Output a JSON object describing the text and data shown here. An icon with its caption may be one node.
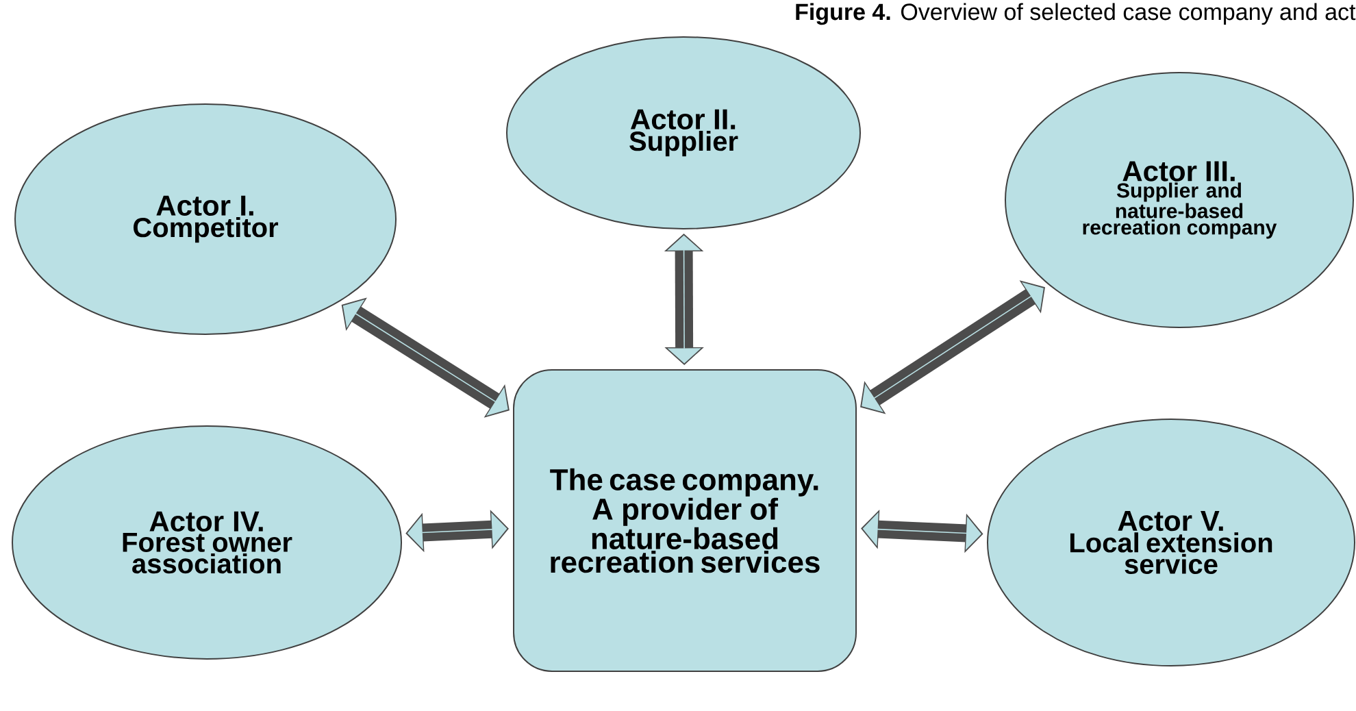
{
  "diagram": {
    "title": "**Figure 4.** Overview of selected case company and act",
    "nodes": [
      {
        "text": [
          "Actor I.",
          "Competitor"
        ]
      },
      {
        "text": [
          "Actor II.",
          "Supplier"
        ]
      },
      {
        "text": [
          "Actor III.",
          "Supplier and nature-based recreation company"
        ]
      },
      {
        "text": [
          "Actor IV.",
          "Forest owner association"
        ]
      },
      {
        "text": [
          "The case company. A provider of nature-based recreation services"
        ]
      },
      {
        "text": [
          "Actor V.",
          "Local extension service"
        ]
      }
    ],
    "edges": [
      {
        "from": 0,
        "to": 4,
        "arrow": "both"
      },
      {
        "from": 1,
        "to": 4,
        "arrow": "both"
      },
      {
        "from": 2,
        "to": 4,
        "arrow": "both"
      },
      {
        "from": 3,
        "to": 4,
        "arrow": "both"
      },
      {
        "from": 4,
        "to": 5,
        "arrow": "both"
      }
    ]
  }
}
